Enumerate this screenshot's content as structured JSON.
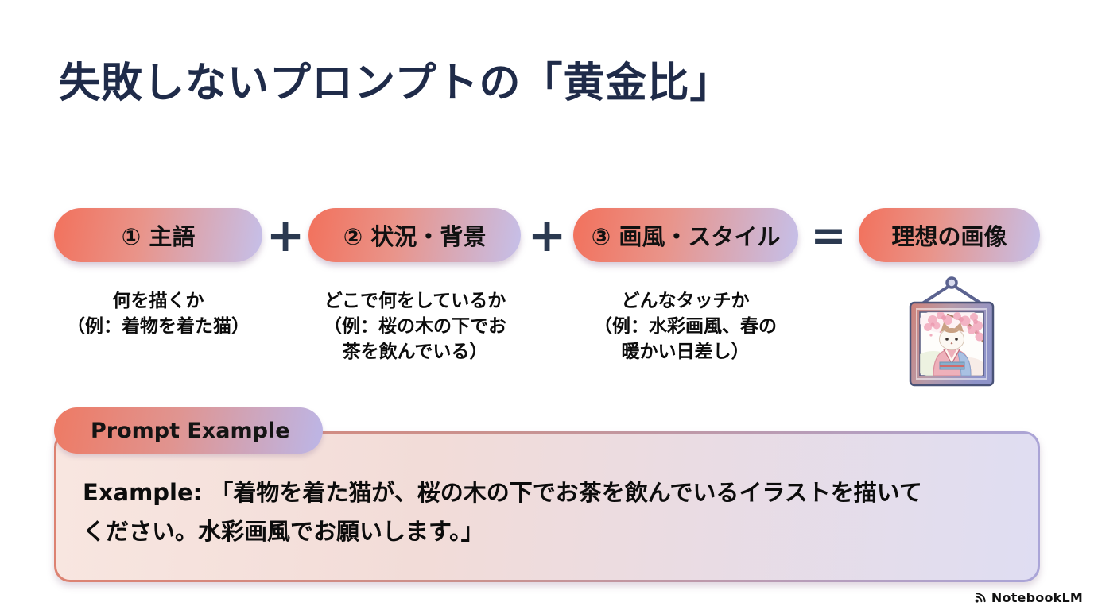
{
  "title": "失敗しないプロンプトの「黄金比」",
  "formula": {
    "plus_symbol": "+",
    "equals_symbol": "=",
    "items": [
      {
        "label": "① 主語",
        "description": "何を描くか\n（例：着物を着た猫）"
      },
      {
        "label": "② 状況・背景",
        "description": "どこで何をしているか\n（例：桜の木の下でお\n茶を飲んでいる）"
      },
      {
        "label": "③ 画風・スタイル",
        "description": "どんなタッチか\n（例：水彩画風、春の\n暖かい日差し）"
      },
      {
        "label": "理想の画像"
      }
    ],
    "result_icon": "framed-kimono-cat-picture-icon"
  },
  "prompt_example": {
    "tab_label": "Prompt Example",
    "text": "Example: 「着物を着た猫が、桜の木の下でお茶を飲んでいるイラストを描いて\nください。水彩画風でお願いします。」"
  },
  "footer": {
    "brand": "NotebookLM",
    "logo_icon": "notebooklm-logo-icon"
  },
  "colors": {
    "title_text": "#1f2b49",
    "operator_text": "#2b3950",
    "pill_gradient_start": "#f2715c",
    "pill_gradient_end": "#c5c0ea",
    "prompt_box_border_start": "#dd8271",
    "prompt_box_border_end": "#aaa5d8",
    "prompt_box_fill_start": "#f8e6e0",
    "prompt_box_fill_end": "#dfddf2",
    "body_text": "#0c0c0c",
    "background": "#ffffff"
  }
}
